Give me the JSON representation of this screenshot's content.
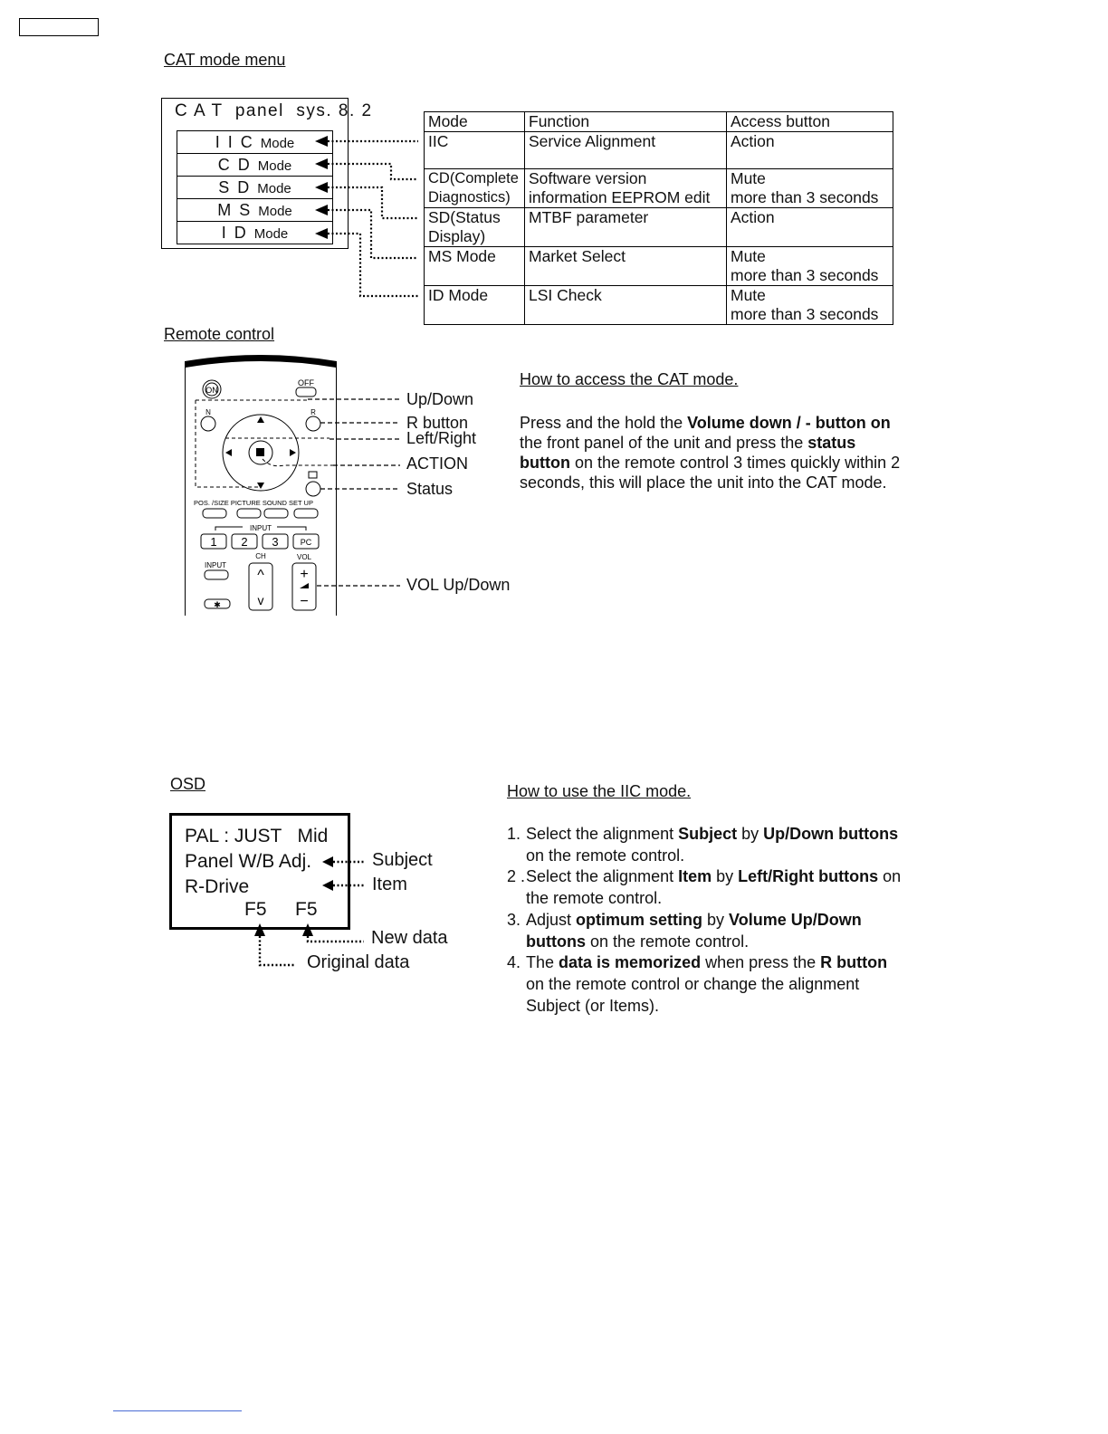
{
  "section_titles": {
    "cat_menu": "CAT mode menu",
    "remote": "Remote control",
    "osd": "OSD",
    "access": "How to access the CAT mode.",
    "iic": "How to use the IIC mode."
  },
  "cat_panel": {
    "title": "C A T  panel  sys. 8. 2",
    "modes": [
      {
        "code": "I I C",
        "word": "Mode"
      },
      {
        "code": "C D",
        "word": "Mode"
      },
      {
        "code": "S D",
        "word": "Mode"
      },
      {
        "code": "M S",
        "word": "Mode"
      },
      {
        "code": "I D",
        "word": "Mode"
      }
    ]
  },
  "mode_table": {
    "headers": [
      "Mode",
      "Function",
      "Access button"
    ],
    "rows": [
      {
        "mode": [
          "IIC"
        ],
        "function": [
          "Service Alignment"
        ],
        "access": [
          "Action"
        ]
      },
      {
        "mode": [
          "CD(Complete",
          "Diagnostics)"
        ],
        "function": [
          "Software version",
          "information EEPROM edit"
        ],
        "access": [
          "Mute",
          "more than 3 seconds"
        ]
      },
      {
        "mode": [
          "SD(Status",
          "Display)"
        ],
        "function": [
          "MTBF parameter"
        ],
        "access": [
          "Action"
        ]
      },
      {
        "mode": [
          "MS Mode"
        ],
        "function": [
          "Market Select"
        ],
        "access": [
          "Mute",
          "more than 3 seconds"
        ]
      },
      {
        "mode": [
          "ID Mode"
        ],
        "function": [
          "LSI Check"
        ],
        "access": [
          "Mute",
          "more than 3 seconds"
        ]
      }
    ]
  },
  "remote": {
    "on": "ON",
    "off": "OFF",
    "n": "N",
    "r": "R",
    "bottom_row_labels": "POS. /SIZE PICTURE SOUND  SET UP",
    "input_group": "INPUT",
    "inputs": [
      "1",
      "2",
      "3",
      "PC"
    ],
    "input_btn": "INPUT",
    "ch": "CH",
    "vol": "VOL",
    "plus": "+",
    "minus": "−",
    "up": "^",
    "down": "v",
    "callouts": [
      "Up/Down",
      "R button",
      "Left/Right",
      "ACTION",
      "Status",
      "VOL Up/Down"
    ]
  },
  "access_paragraph": [
    {
      "t": "Press and the hold the ",
      "b": false
    },
    {
      "t": "Volume down / - button on",
      "b": true
    },
    {
      "t": " the front panel of the unit and press the ",
      "b": false
    },
    {
      "t": "status button",
      "b": true
    },
    {
      "t": " on the remote control 3 times quickly within 2 seconds, this will place the unit into the CAT mode.",
      "b": false
    }
  ],
  "osd": {
    "line1": "PAL : JUST   Mid",
    "line2": "Panel W/B Adj.",
    "line3": "R-Drive",
    "f5_a": "F5",
    "f5_b": "F5",
    "subject": "Subject",
    "item": "Item",
    "new_data": "New data",
    "original_data": "Original data"
  },
  "iic_steps": [
    {
      "num": "1.",
      "parts": [
        {
          "t": "Select the alignment ",
          "b": false
        },
        {
          "t": "Subject",
          "b": true
        },
        {
          "t": " by ",
          "b": false
        },
        {
          "t": "Up/Down buttons",
          "b": true
        },
        {
          "t": " on the remote control.",
          "b": false
        }
      ]
    },
    {
      "num": "2 .",
      "parts": [
        {
          "t": "Select the alignment ",
          "b": false
        },
        {
          "t": "Item",
          "b": true
        },
        {
          "t": " by ",
          "b": false
        },
        {
          "t": "Left/Right buttons",
          "b": true
        },
        {
          "t": " on the remote control.",
          "b": false
        }
      ]
    },
    {
      "num": "3.",
      "parts": [
        {
          "t": "Adjust ",
          "b": false
        },
        {
          "t": "optimum setting",
          "b": true
        },
        {
          "t": " by ",
          "b": false
        },
        {
          "t": "Volume Up/Down buttons",
          "b": true
        },
        {
          "t": " on the remote control.",
          "b": false
        }
      ]
    },
    {
      "num": "4.",
      "parts": [
        {
          "t": "The ",
          "b": false
        },
        {
          "t": "data is memorized",
          "b": true
        },
        {
          "t": " when press the ",
          "b": false
        },
        {
          "t": "R button",
          "b": true
        },
        {
          "t": " on the remote control or change the alignment Subject (or Items).",
          "b": false
        }
      ]
    }
  ]
}
